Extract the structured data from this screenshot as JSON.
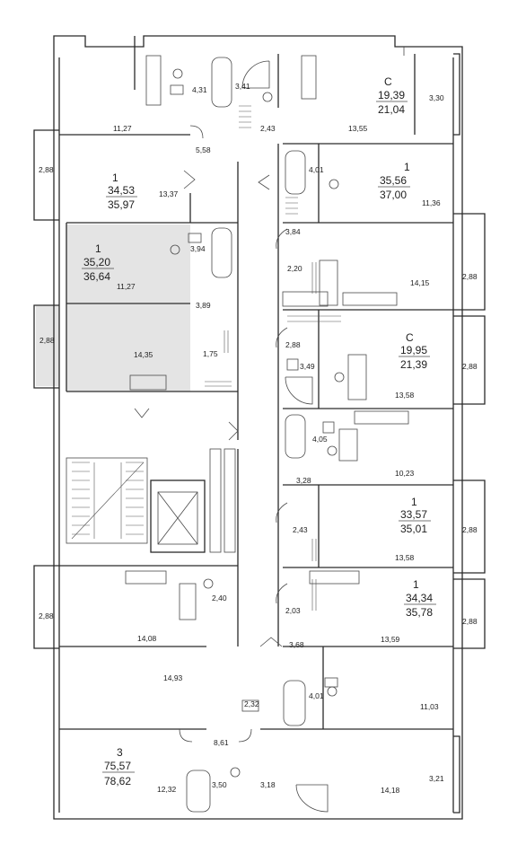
{
  "plan": {
    "apartments": [
      {
        "id": "apt-top-left",
        "lines": [
          "",
          "",
          ""
        ],
        "areas": [
          {
            "id": "room",
            "text": "11,27"
          },
          {
            "id": "bath",
            "text": "4,31"
          },
          {
            "id": "hall",
            "text": "5,58"
          }
        ]
      },
      {
        "id": "apt-top-center",
        "lines": [
          "",
          "",
          ""
        ],
        "areas": [
          {
            "id": "bath",
            "text": "3,41"
          },
          {
            "id": "hall",
            "text": "2,43"
          }
        ]
      },
      {
        "id": "apt-c1",
        "lines": [
          "С",
          "19,39",
          "21,04"
        ],
        "areas": [
          {
            "id": "room",
            "text": "13,55"
          },
          {
            "id": "balcony",
            "text": "3,30"
          }
        ]
      },
      {
        "id": "apt-1-left",
        "lines": [
          "1",
          "34,53",
          "35,97"
        ],
        "areas": [
          {
            "id": "room",
            "text": "13,37"
          },
          {
            "id": "balcony",
            "text": "2,88"
          }
        ]
      },
      {
        "id": "apt-1-right-a",
        "lines": [
          "1",
          "35,56",
          "37,00"
        ],
        "areas": [
          {
            "id": "bath",
            "text": "4,01"
          },
          {
            "id": "room",
            "text": "11,36"
          },
          {
            "id": "hall",
            "text": "3,84"
          },
          {
            "id": "hall2",
            "text": "2,20"
          },
          {
            "id": "kitchen",
            "text": "14,15"
          },
          {
            "id": "balcony",
            "text": "2,88"
          }
        ]
      },
      {
        "id": "apt-1-highlight",
        "lines": [
          "1",
          "35,20",
          "36,64"
        ],
        "areas": [
          {
            "id": "bath",
            "text": "3,94"
          },
          {
            "id": "room",
            "text": "11,27"
          },
          {
            "id": "hall",
            "text": "3,89"
          },
          {
            "id": "balcony",
            "text": "2,88"
          },
          {
            "id": "kitchen",
            "text": "14,35"
          },
          {
            "id": "wc",
            "text": "1,75"
          }
        ]
      },
      {
        "id": "apt-c2",
        "lines": [
          "С",
          "19,95",
          "21,39"
        ],
        "areas": [
          {
            "id": "hall",
            "text": "2,88"
          },
          {
            "id": "bath",
            "text": "3,49"
          },
          {
            "id": "room",
            "text": "13,58"
          },
          {
            "id": "balcony",
            "text": "2,88"
          }
        ]
      },
      {
        "id": "apt-1-right-b",
        "lines": [
          "1",
          "33,57",
          "35,01"
        ],
        "areas": [
          {
            "id": "bath",
            "text": "4,05"
          },
          {
            "id": "room",
            "text": "10,23"
          },
          {
            "id": "hall",
            "text": "3,28"
          },
          {
            "id": "hall2",
            "text": "2,43"
          },
          {
            "id": "kitchen",
            "text": "13,58"
          },
          {
            "id": "balcony",
            "text": "2,88"
          }
        ]
      },
      {
        "id": "apt-left-lower",
        "lines": [
          "",
          "",
          ""
        ],
        "areas": [
          {
            "id": "bath",
            "text": "2,40"
          },
          {
            "id": "balcony",
            "text": "2,88"
          },
          {
            "id": "kitchen",
            "text": "14,08"
          },
          {
            "id": "room",
            "text": "14,93"
          }
        ]
      },
      {
        "id": "apt-1-right-c",
        "lines": [
          "1",
          "34,34",
          "35,78"
        ],
        "areas": [
          {
            "id": "hall2",
            "text": "2,03"
          },
          {
            "id": "room",
            "text": "13,59"
          },
          {
            "id": "balcony",
            "text": "2,88"
          },
          {
            "id": "hall",
            "text": "3,68"
          },
          {
            "id": "bath",
            "text": "4,01"
          },
          {
            "id": "room2",
            "text": "11,03"
          }
        ]
      },
      {
        "id": "apt-3",
        "lines": [
          "3",
          "75,57",
          "78,62"
        ],
        "areas": [
          {
            "id": "hall-small",
            "text": "2,32"
          },
          {
            "id": "hall",
            "text": "8,61"
          },
          {
            "id": "room",
            "text": "12,32"
          },
          {
            "id": "bath",
            "text": "3,50"
          },
          {
            "id": "wc",
            "text": "3,18"
          },
          {
            "id": "room2",
            "text": "14,18"
          },
          {
            "id": "balcony",
            "text": "3,21"
          }
        ]
      }
    ]
  },
  "colors": {
    "highlight": "#e4e4e4",
    "wall": "#2a2a2a",
    "text": "#1e1e1e"
  },
  "icons": [
    "stair-icon",
    "elevator-icon",
    "bathtub-icon",
    "toilet-icon",
    "sink-icon",
    "stove-icon",
    "shower-icon",
    "door-swing-icon"
  ]
}
